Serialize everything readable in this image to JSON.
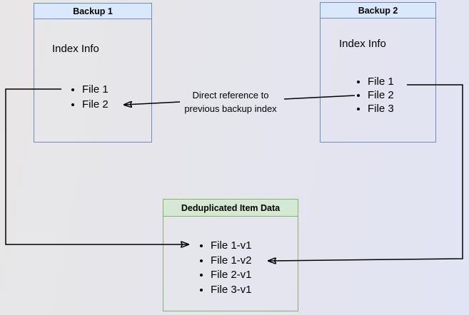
{
  "colors": {
    "background_left": "#e8e6e6",
    "background_right": "#e1e4f4",
    "blue_fill": "#dae8fc",
    "blue_stroke": "#6c8ebf",
    "green_fill": "#d5e8d4",
    "green_stroke": "#82b366",
    "arrow": "#000000",
    "text": "#000000"
  },
  "boxes": {
    "backup1": {
      "title": "Backup 1",
      "subtitle": "Index Info",
      "items": [
        "File 1",
        "File 2"
      ]
    },
    "backup2": {
      "title": "Backup 2",
      "subtitle": "Index Info",
      "items": [
        "File 1",
        "File 2",
        "File 3"
      ]
    },
    "dedup": {
      "title": "Deduplicated Item Data",
      "items": [
        "File 1-v1",
        "File 1-v2",
        "File 2-v1",
        "File 3-v1"
      ]
    }
  },
  "edge_label": {
    "line1": "Direct reference to",
    "line2": "previous backup index"
  }
}
